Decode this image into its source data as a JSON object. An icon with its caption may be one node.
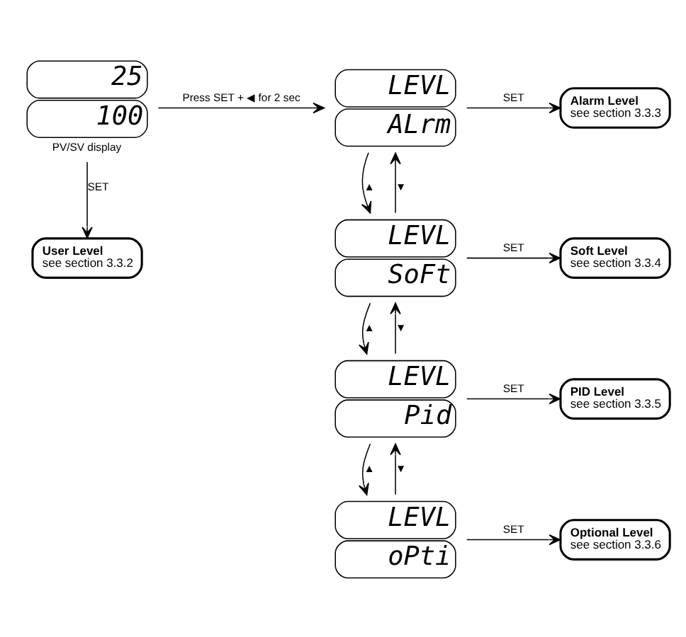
{
  "diagram": {
    "nodes": [
      {
        "text": [
          "25",
          "100"
        ],
        "beside": [
          "PV/SV display"
        ]
      },
      {
        "text": [
          "LEVL",
          "ALrm"
        ]
      },
      {
        "text": [
          "Alarm Level",
          "see section 3.3.3"
        ]
      },
      {
        "text": [
          "User Level",
          "see section 3.3.2"
        ]
      },
      {
        "text": [
          "LEVL",
          "SoFt"
        ]
      },
      {
        "text": [
          "Soft Level",
          "see section 3.3.4"
        ]
      },
      {
        "text": [
          "LEVL",
          "Pid"
        ]
      },
      {
        "text": [
          "PID Level",
          "see section 3.3.5"
        ]
      },
      {
        "text": [
          "LEVL",
          "oPti"
        ]
      },
      {
        "text": [
          "Optional Level",
          "see section 3.3.6"
        ]
      }
    ],
    "edges": [
      {
        "from": 0,
        "to": 1,
        "arrow": "to",
        "label": "Press SET + ◀ for 2 sec"
      },
      {
        "from": 1,
        "to": 2,
        "arrow": "to",
        "label": "SET"
      },
      {
        "from": 0,
        "to": 3,
        "arrow": "to",
        "label": "SET"
      },
      {
        "from": 1,
        "to": 4,
        "arrow": "to",
        "label": "▲"
      },
      {
        "from": 4,
        "to": 1,
        "arrow": "to",
        "label": "▼"
      },
      {
        "from": 4,
        "to": 5,
        "arrow": "to",
        "label": "SET"
      },
      {
        "from": 4,
        "to": 6,
        "arrow": "to",
        "label": "▲"
      },
      {
        "from": 6,
        "to": 4,
        "arrow": "to",
        "label": "▼"
      },
      {
        "from": 6,
        "to": 7,
        "arrow": "to",
        "label": "SET"
      },
      {
        "from": 6,
        "to": 8,
        "arrow": "to",
        "label": "▲"
      },
      {
        "from": 8,
        "to": 6,
        "arrow": "to",
        "label": "▼"
      },
      {
        "from": 8,
        "to": 9,
        "arrow": "to",
        "label": "SET"
      }
    ]
  }
}
